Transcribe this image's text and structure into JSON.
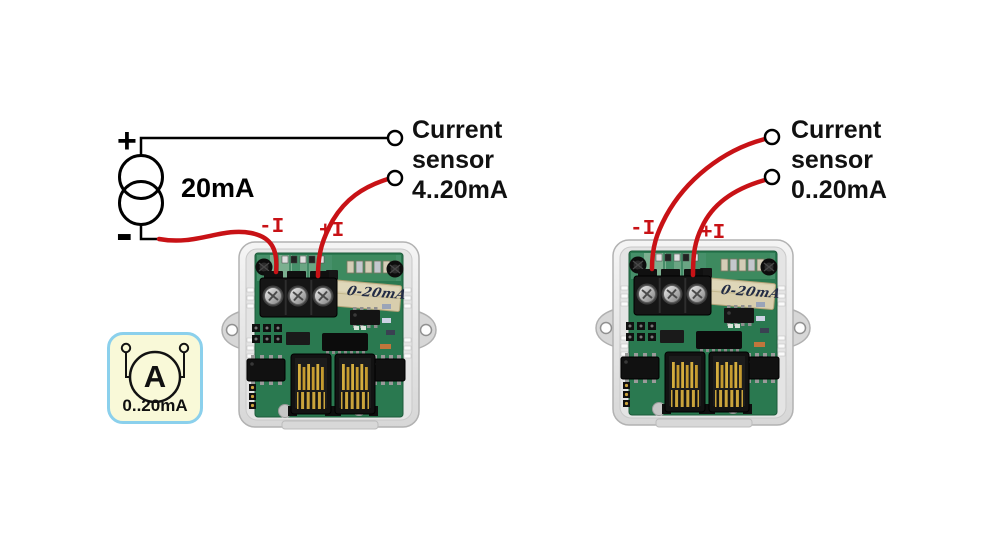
{
  "left_circuit": {
    "source_plus": "+",
    "source_minus": "-",
    "source_value": "20mA",
    "sensor_label": {
      "line1": "Current",
      "line2": "sensor",
      "line3": "4..20mA"
    },
    "neg_terminal": "-I",
    "pos_terminal": "+I"
  },
  "right_circuit": {
    "sensor_label": {
      "line1": "Current",
      "line2": "sensor",
      "line3": "0..20mA"
    },
    "neg_terminal": "-I",
    "pos_terminal": "+I"
  },
  "ammeter": {
    "symbol": "A",
    "range": "0..20mA"
  },
  "devices": {
    "left": {
      "handwritten_label": "0-20mA"
    },
    "right": {
      "handwritten_label": "0-20mA"
    }
  },
  "colors": {
    "wire_red": "#c81216",
    "wire_black": "#000000",
    "label_red": "#c81216",
    "ammeter_bg": "#f9f9d8",
    "ammeter_border": "#8bd0ec",
    "pcb_green": "#2a7950"
  }
}
